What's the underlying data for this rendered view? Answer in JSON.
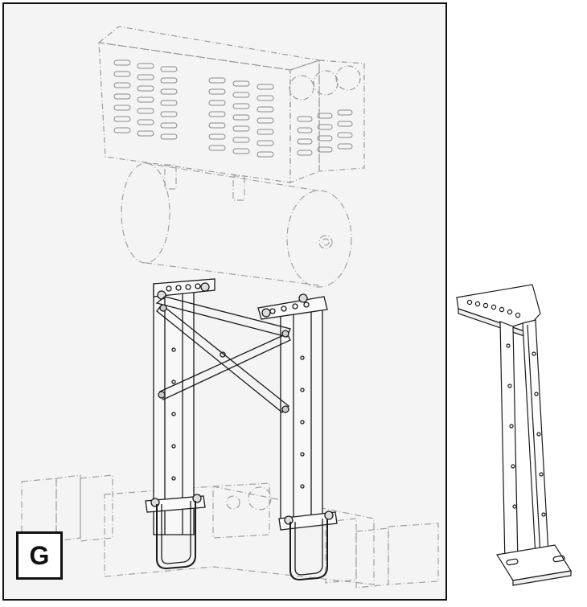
{
  "panel": {
    "label": "G"
  },
  "colors": {
    "line": "#1a1a1a",
    "ghost": "#9a9a9a",
    "panel_bg": "#f4f4f4",
    "border": "#111111"
  },
  "parts": {
    "main_icon": "exploded-assembly-diagram",
    "detail_icon": "bracket-leg-detail"
  }
}
